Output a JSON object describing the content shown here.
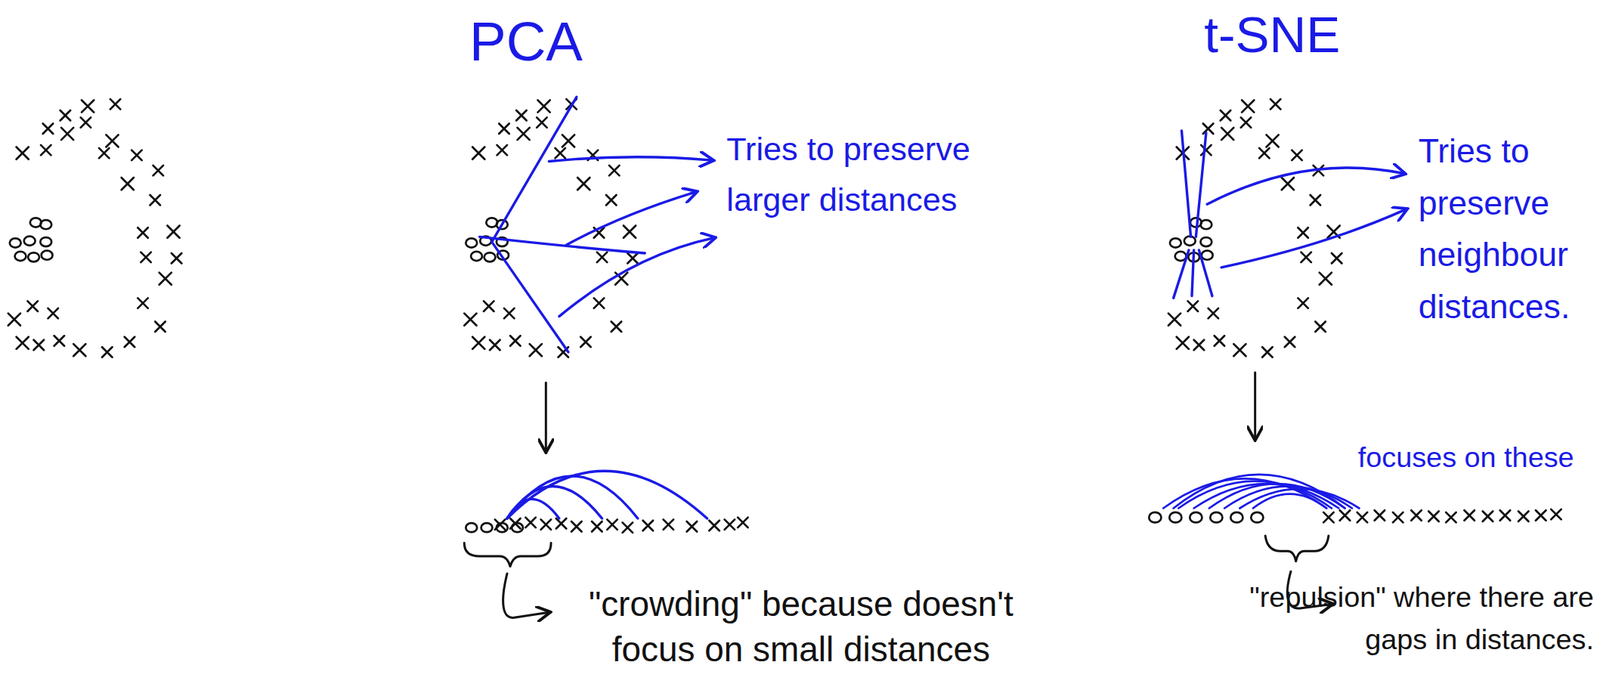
{
  "diagram": {
    "labels": [
      "PCA",
      "t-SNE",
      "Tries to preserve larger distances",
      "Tries to preserve neighbour distances.",
      "focuses on these",
      "\"crowding\" because doesn't focus on small distances",
      "\"repulsion\" where there are gaps in distances."
    ]
  }
}
